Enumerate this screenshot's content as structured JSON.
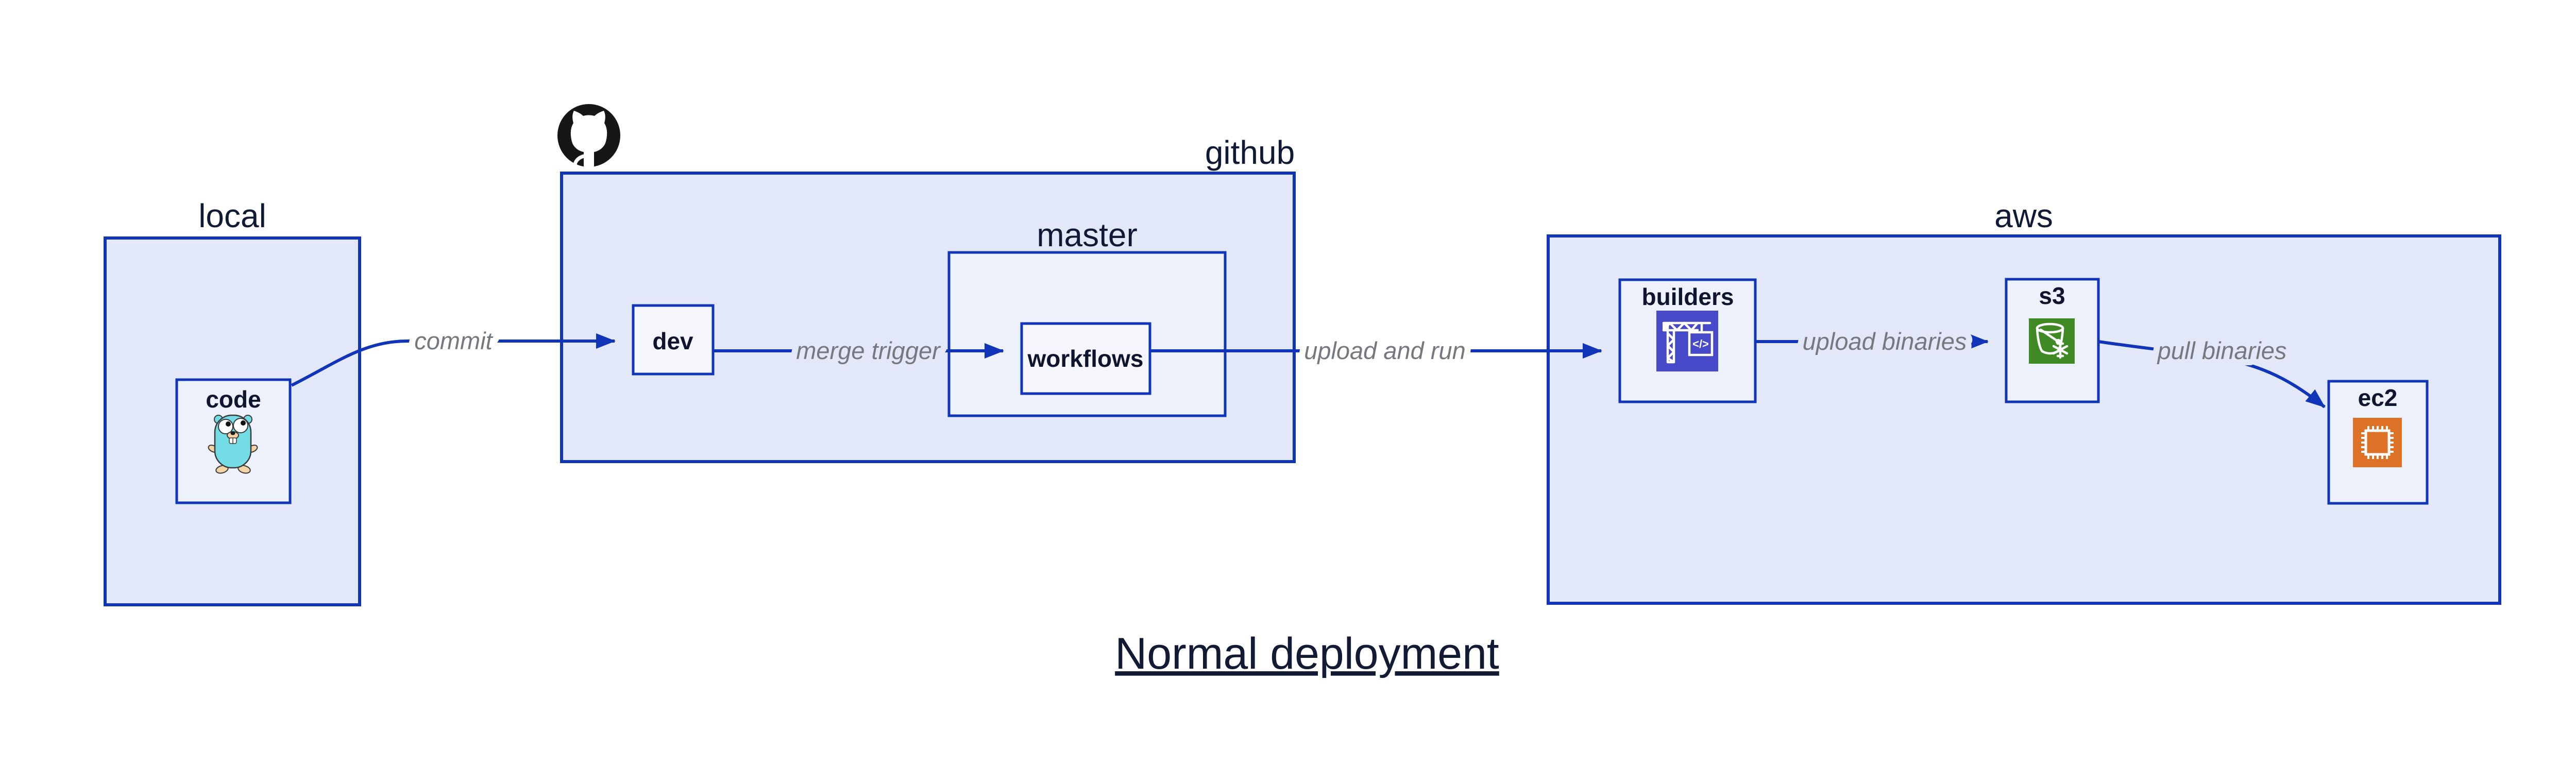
{
  "title": {
    "text": "Normal deployment"
  },
  "containers": {
    "local": {
      "label": "local"
    },
    "github": {
      "label": "github"
    },
    "master": {
      "label": "master"
    },
    "aws": {
      "label": "aws"
    }
  },
  "nodes": {
    "code": {
      "label": "code"
    },
    "dev": {
      "label": "dev"
    },
    "workflows": {
      "label": "workflows"
    },
    "builders": {
      "label": "builders"
    },
    "s3": {
      "label": "s3"
    },
    "ec2": {
      "label": "ec2"
    }
  },
  "edges": {
    "commit": {
      "label": "commit"
    },
    "merge_trigger": {
      "label": "merge trigger"
    },
    "upload_and_run": {
      "label": "upload and run"
    },
    "upload_binaries": {
      "label": "upload binaries"
    },
    "pull_binaries": {
      "label": "pull binaries"
    }
  },
  "icons": {
    "github_logo": "github-octocat-icon",
    "code_icon": "go-gopher-icon",
    "builders_icon": "aws-codebuild-crane-icon",
    "s3_icon": "aws-s3-bucket-snowflake-icon",
    "ec2_icon": "aws-ec2-chip-icon",
    "codebuild_glyph": "</>"
  },
  "colors": {
    "border_blue": "#1135B8",
    "container_fill": "#E2E8F8",
    "node_fill": "#EDF1FB",
    "leaf_fill": "#F4F6FC",
    "edge_label_gray": "#75787E",
    "text_navy": "#111A35",
    "gopher_teal": "#73DCE4",
    "codebuild_indigo": "#4649C8",
    "s3_green": "#3F8A24",
    "ec2_orange": "#DD7126",
    "octocat_black": "#171515"
  }
}
